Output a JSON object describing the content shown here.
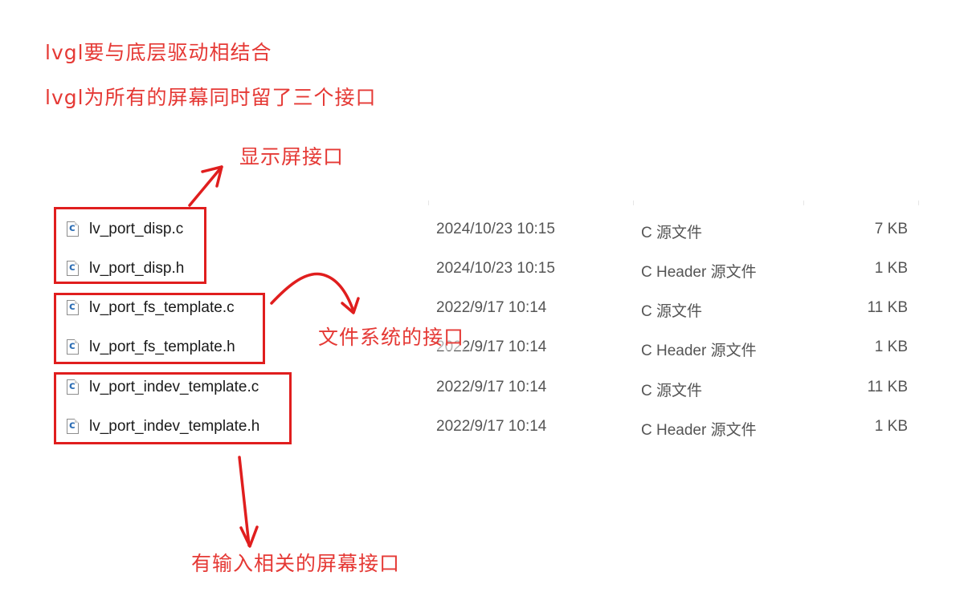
{
  "annotations": {
    "line1": "lvgl要与底层驱动相结合",
    "line2": "lvgl为所有的屏幕同时留了三个接口",
    "label_disp": "显示屏接口",
    "label_fs": "文件系统的接口",
    "label_indev": "有输入相关的屏幕接口",
    "color": "#e53935"
  },
  "files": [
    {
      "icon": "c-file-icon",
      "icon_glyph": "c",
      "name": "lv_port_disp.c",
      "date": "2024/10/23 10:15",
      "type": "C 源文件",
      "size": "7 KB"
    },
    {
      "icon": "c-file-icon",
      "icon_glyph": "c",
      "name": "lv_port_disp.h",
      "date": "2024/10/23 10:15",
      "type": "C Header 源文件",
      "size": "1 KB"
    },
    {
      "icon": "c-file-icon",
      "icon_glyph": "c",
      "name": "lv_port_fs_template.c",
      "date": "2022/9/17 10:14",
      "type": "C 源文件",
      "size": "11 KB"
    },
    {
      "icon": "c-file-icon",
      "icon_glyph": "c",
      "name": "lv_port_fs_template.h",
      "date": "2022/9/17 10:14",
      "type": "C Header 源文件",
      "size": "1 KB"
    },
    {
      "icon": "c-file-icon",
      "icon_glyph": "c",
      "name": "lv_port_indev_template.c",
      "date": "2022/9/17 10:14",
      "type": "C 源文件",
      "size": "11 KB"
    },
    {
      "icon": "c-file-icon",
      "icon_glyph": "c",
      "name": "lv_port_indev_template.h",
      "date": "2022/9/17 10:14",
      "type": "C Header 源文件",
      "size": "1 KB"
    }
  ]
}
